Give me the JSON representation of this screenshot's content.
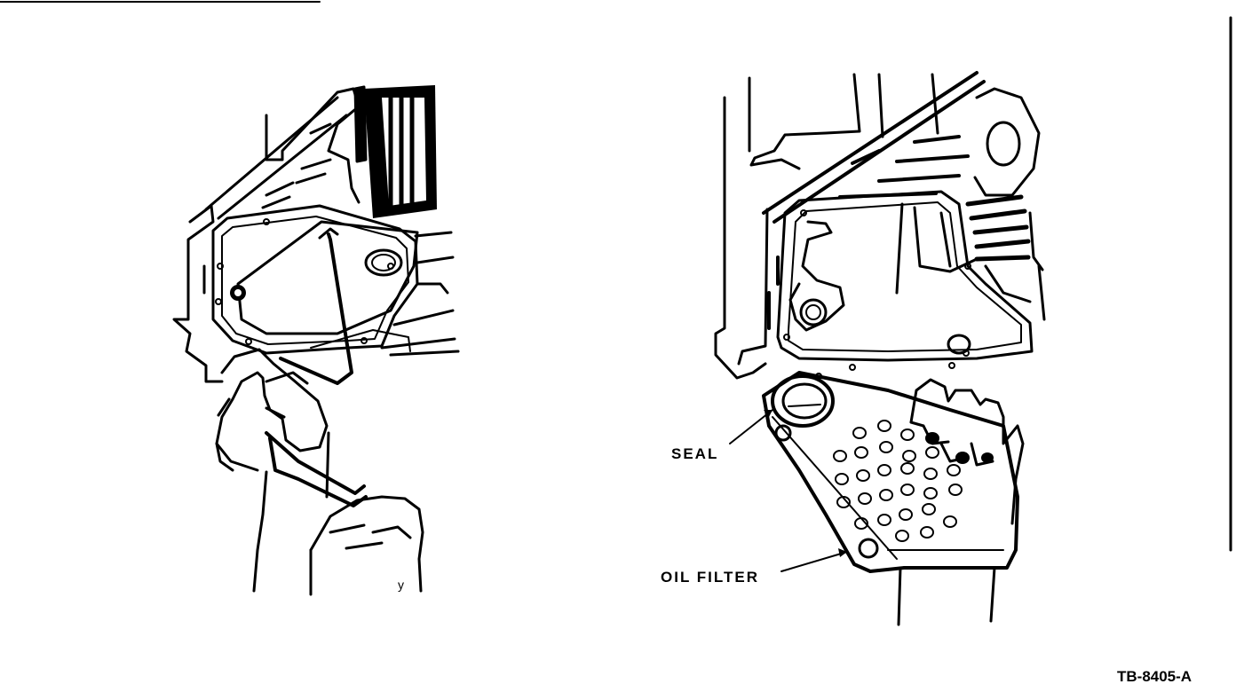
{
  "labels": {
    "seal": "SEAL",
    "oil_filter": "OIL FILTER",
    "figure_ref": "TB-8405-A"
  },
  "colors": {
    "ink": "#000000",
    "paper": "#ffffff"
  }
}
